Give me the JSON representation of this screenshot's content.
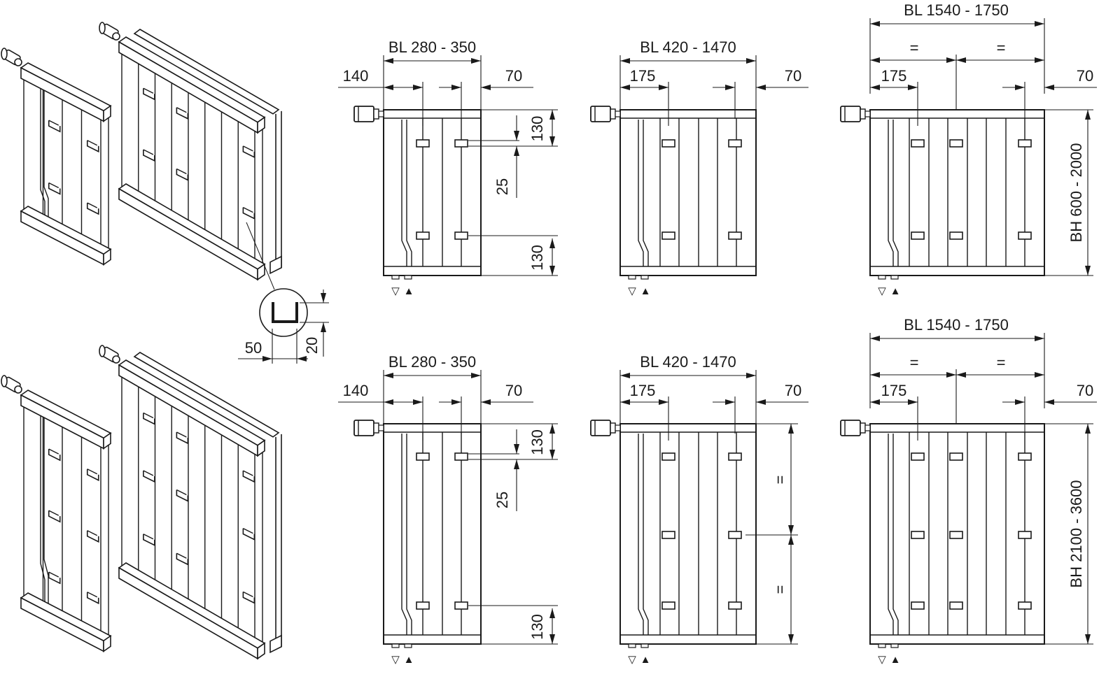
{
  "views": {
    "top": {
      "a": {
        "width_label": "BL 280 - 350",
        "left_offset": "140",
        "right_offset": "70",
        "top_offset": "130",
        "bracket_height": "25",
        "bottom_offset": "130"
      },
      "b": {
        "width_label": "BL 420 - 1470",
        "left_offset": "175",
        "right_offset": "70"
      },
      "c": {
        "width_label": "BL 1540 - 1750",
        "equal_left": "=",
        "equal_right": "=",
        "left_offset": "175",
        "right_offset": "70",
        "height_label": "BH 600 - 2000"
      }
    },
    "bottom": {
      "a": {
        "width_label": "BL 280 - 350",
        "left_offset": "140",
        "right_offset": "70",
        "top_offset": "130",
        "bracket_height": "25",
        "bottom_offset": "130"
      },
      "b": {
        "width_label": "BL 420 - 1470",
        "left_offset": "175",
        "right_offset": "70",
        "equal_upper": "=",
        "equal_lower": "="
      },
      "c": {
        "width_label": "BL 1540 - 1750",
        "equal_left": "=",
        "equal_right": "=",
        "left_offset": "175",
        "right_offset": "70",
        "height_label": "BH 2100 - 3600"
      }
    }
  },
  "detail": {
    "width": "50",
    "height": "20"
  },
  "flow_symbols": {
    "supply": "▽",
    "return": "▲"
  },
  "colors": {
    "line": "#1a1a1a",
    "background": "#ffffff"
  }
}
